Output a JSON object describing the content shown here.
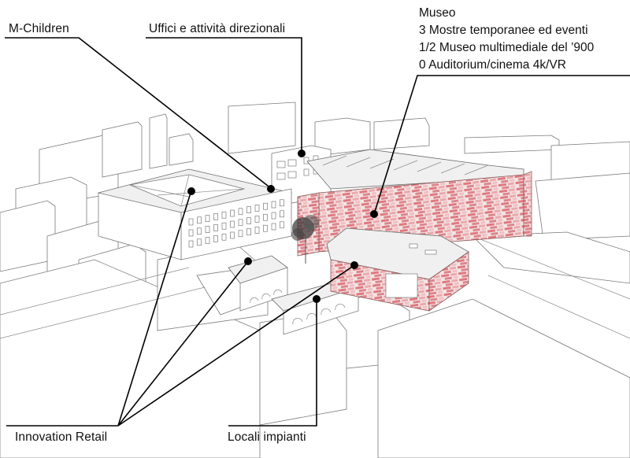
{
  "diagram": {
    "type": "annotated axonometric urban drawing",
    "accent_color": "#d9555f",
    "labels": {
      "m_children": "M-Children",
      "uffici": "Uffici e attività direzionali",
      "museo": {
        "title": "Museo",
        "lines": [
          "3 Mostre temporanee ed eventi",
          "1/2 Museo multimediale del ’900",
          "0 Auditorium/cinema 4k/VR"
        ]
      },
      "innovation_retail": "Innovation Retail",
      "locali_impianti": "Locali impianti"
    },
    "callouts": [
      {
        "label": "M-Children",
        "points": 1
      },
      {
        "label": "Uffici e attività direzionali",
        "points": 1
      },
      {
        "label": "Museo",
        "points": 1
      },
      {
        "label": "Innovation Retail",
        "points": 3
      },
      {
        "label": "Locali impianti",
        "points": 1
      }
    ]
  }
}
